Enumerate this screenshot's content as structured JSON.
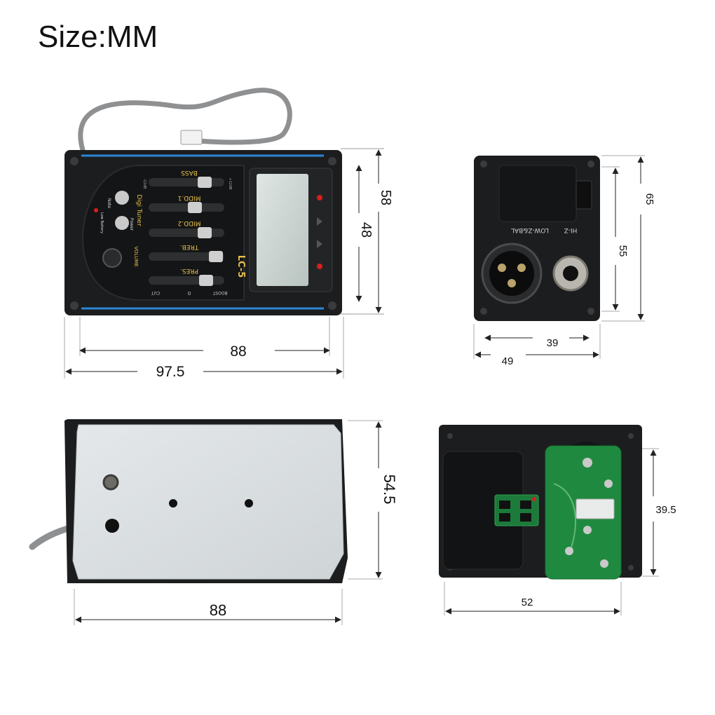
{
  "title": "Size:MM",
  "views": {
    "front": {
      "dims": {
        "width_outer": "97.5",
        "width_inner": "88",
        "height_outer": "58",
        "height_inner": "48"
      },
      "panel": {
        "model": "LC-5",
        "sliders": [
          "BASS",
          "MIDD.1",
          "MIDD.2",
          "TREB.",
          "PRES."
        ],
        "left_labels": {
          "tuner": "Digi Tuner",
          "note": "Note",
          "power": "Power",
          "low_battery": "Low Battery",
          "volume": "VOLUME"
        },
        "scale": {
          "cut": "CUT",
          "zero": "0",
          "boost": "BOOST",
          "minus": "-12dB",
          "plus": "+12dB"
        }
      }
    },
    "side": {
      "dims": {
        "width_outer": "49",
        "width_inner": "39",
        "height_outer": "65",
        "height_inner": "55"
      },
      "labels": {
        "low_z": "LOW-Z&BAL",
        "hi_z": "HI-Z"
      }
    },
    "back": {
      "dims": {
        "width": "88",
        "height": "54.5"
      }
    },
    "board": {
      "dims": {
        "width": "52",
        "height": "39.5"
      }
    }
  },
  "colors": {
    "body": "#1c1d1f",
    "accent_stripe": "#2b86d6",
    "led": "#d6201c",
    "pcb": "#1f8a3f",
    "cover": "#d8dde0"
  }
}
